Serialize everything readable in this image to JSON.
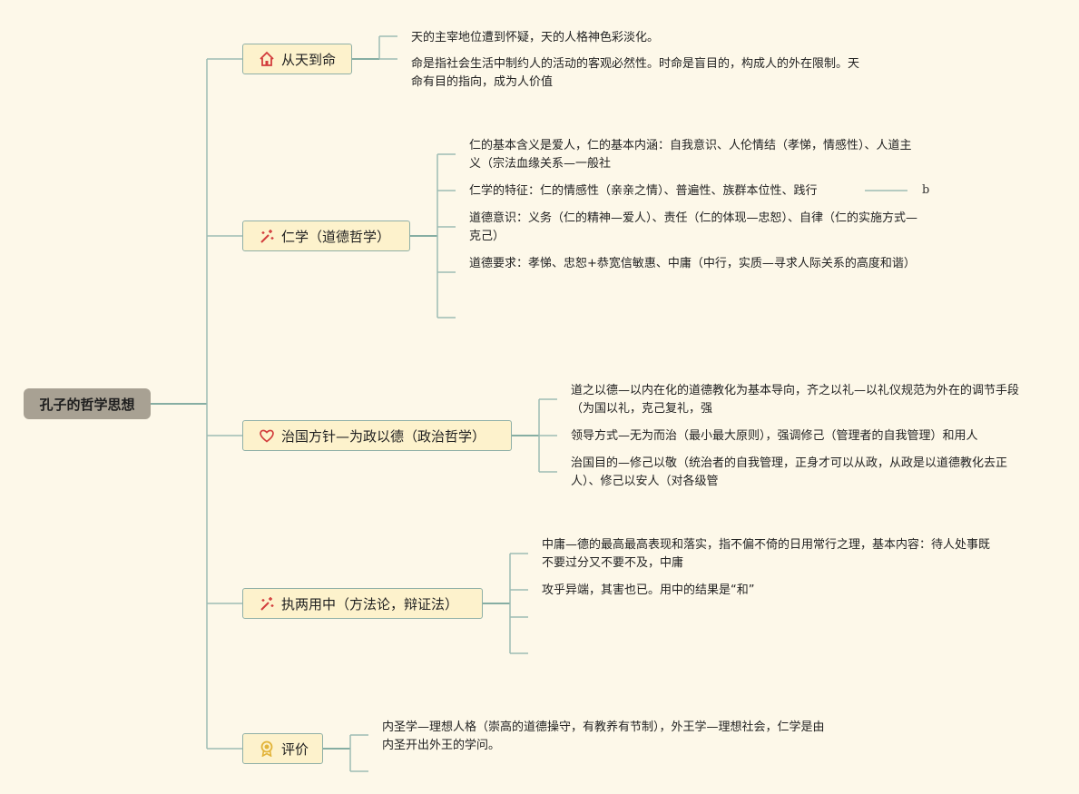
{
  "root": {
    "title": "孔子的哲学思想"
  },
  "branches": [
    {
      "label": "从天到命",
      "icon": "house-icon",
      "leaves": [
        "天的主宰地位遭到怀疑，天的人格神色彩淡化。",
        "命是指社会生活中制约人的活动的客观必然性。时命是盲目的，构成人的外在限制。天命有目的指向，成为人价值"
      ]
    },
    {
      "label": "仁学（道德哲学）",
      "icon": "sparkle-wand-icon",
      "leaves": [
        "仁的基本含义是爱人，仁的基本内涵：自我意识、人伦情结（孝悌，情感性）、人道主义（宗法血缘关系—一般社",
        "仁学的特征：仁的情感性（亲亲之情）、普遍性、族群本位性、践行",
        "道德意识：义务（仁的精神—爱人）、责任（仁的体现—忠恕）、自律（仁的实施方式—克己）",
        "道德要求：孝悌、忠恕+恭宽信敏惠、中庸（中行，实质—寻求人际关系的高度和谐）",
        ""
      ],
      "extra_tag": "b"
    },
    {
      "label": "治国方针—为政以德（政治哲学）",
      "icon": "heart-icon",
      "leaves": [
        "道之以德—以内在化的道德教化为基本导向，齐之以礼—以礼仪规范为外在的调节手段（为国以礼，克己复礼，强",
        "领导方式—无为而治（最小最大原则），强调修己（管理者的自我管理）和用人",
        "治国目的—修己以敬（统治者的自我管理，正身才可以从政，从政是以道德教化去正人）、修己以安人（对各级管"
      ]
    },
    {
      "label": "执两用中（方法论，辩证法）",
      "icon": "sparkle-wand-icon",
      "leaves": [
        "中庸—德的最高最高表现和落实，指不偏不倚的日用常行之理，基本内容：待人处事既不要过分又不要不及，中庸",
        "攻乎异端，其害也已。用中的结果是“和”",
        "",
        ""
      ]
    },
    {
      "label": "评价",
      "icon": "award-badge-icon",
      "leaves": [
        "内圣学—理想人格（崇高的道德操守，有教养有节制），外王学—理想社会，仁学是由内圣开出外王的学问。",
        ""
      ]
    }
  ],
  "colors": {
    "background": "#fdf8e9",
    "root_fill": "#a8a193",
    "branch_fill": "#fdf2cc",
    "connector": "#5f958c",
    "leaf_line": "#9dbcb4",
    "icon_red": "#d23c3c",
    "icon_gold": "#e2b43a"
  }
}
